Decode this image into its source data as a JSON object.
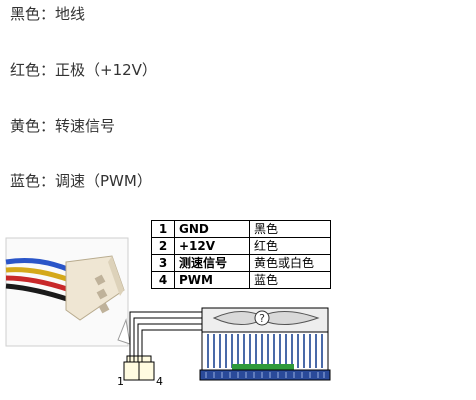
{
  "lines": [
    "黑色：地线",
    "红色：正极（+12V）",
    "黄色：转速信号",
    "蓝色：调速（PWM）"
  ],
  "pin_table": {
    "rows": [
      {
        "num": "1",
        "signal": "GND",
        "color": "黑色"
      },
      {
        "num": "2",
        "signal": "+12V",
        "color": "红色"
      },
      {
        "num": "3",
        "signal": "测速信号",
        "color": "黄色或白色"
      },
      {
        "num": "4",
        "signal": "PWM",
        "color": "蓝色"
      }
    ]
  },
  "connector_labels": {
    "left": "1",
    "right": "4"
  },
  "wire_colors": [
    "#1a1a1a",
    "#d4a81a",
    "#c8282a",
    "#2a55c8"
  ]
}
